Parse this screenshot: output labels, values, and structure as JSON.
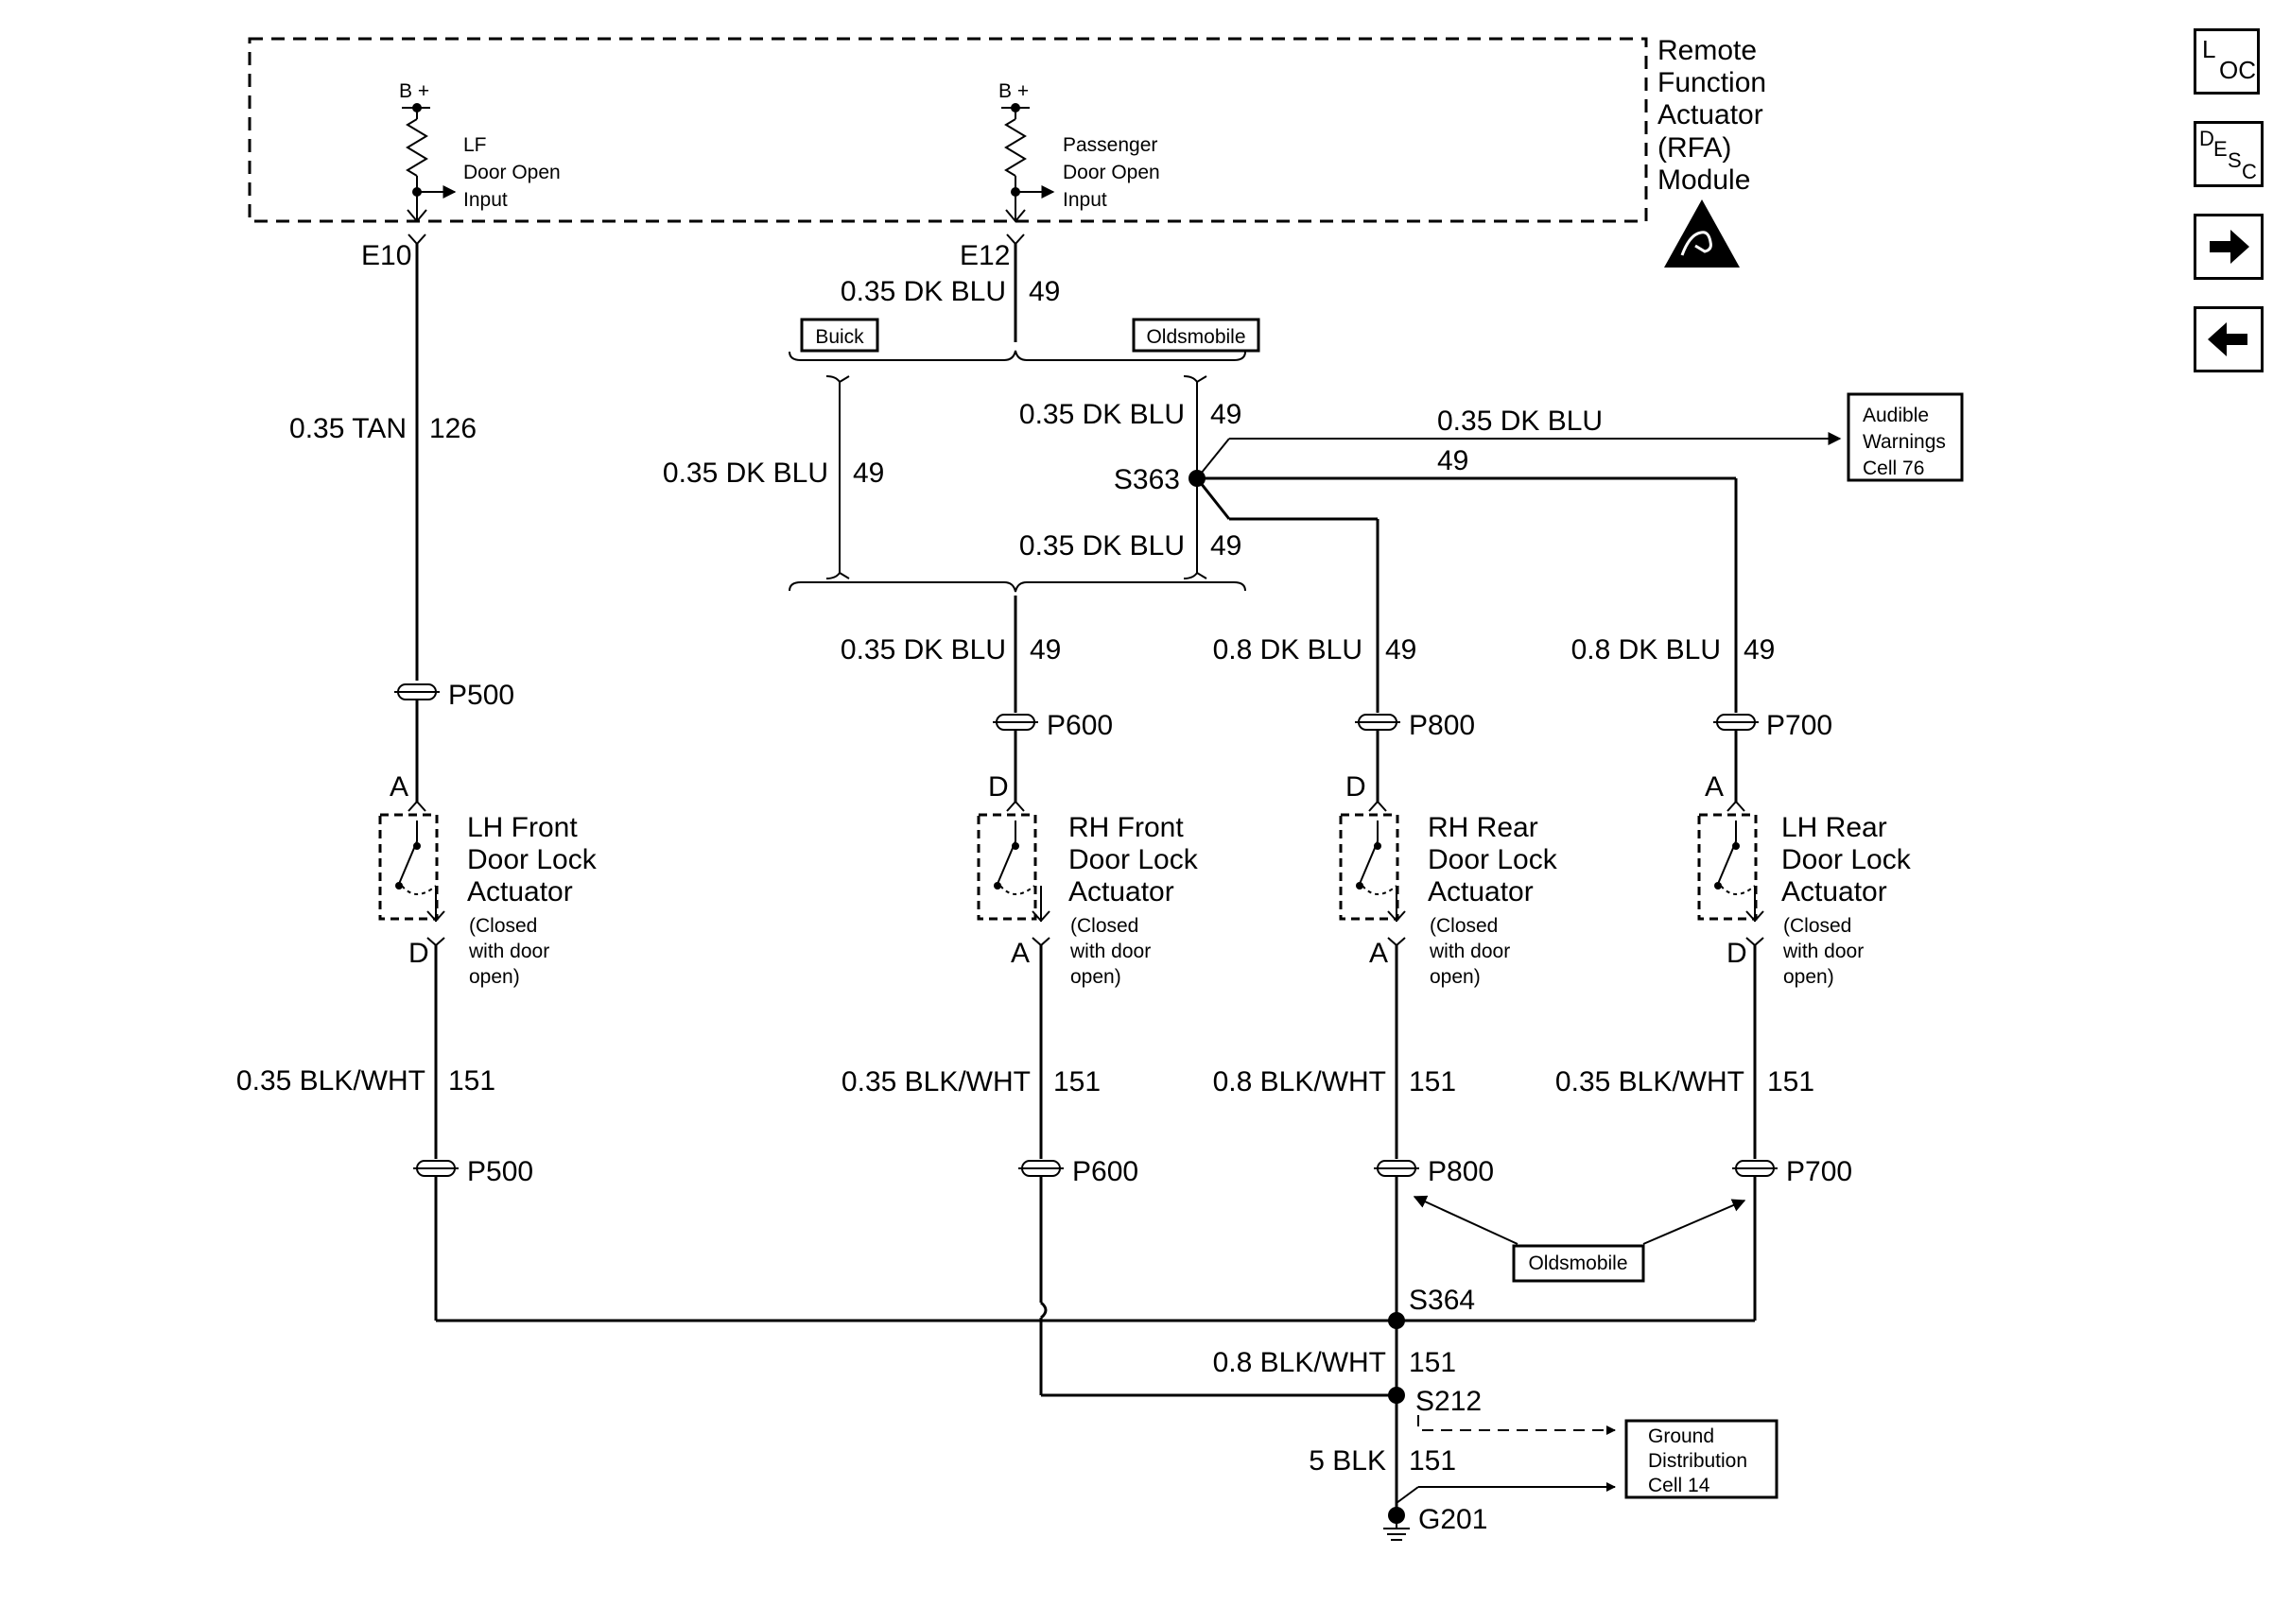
{
  "module": {
    "name_lines": [
      "Remote",
      "Function",
      "Actuator",
      "(RFA)",
      "Module"
    ],
    "lf_input": {
      "supply": "B +",
      "label_lines": [
        "LF",
        "Door Open",
        "Input"
      ],
      "pin": "E10"
    },
    "pass_input": {
      "supply": "B +",
      "label_lines": [
        "Passenger",
        "Door Open",
        "Input"
      ],
      "pin": "E12"
    }
  },
  "wires": {
    "lf_tan": {
      "gauge_color": "0.35 TAN",
      "circuit": "126"
    },
    "e12_out": {
      "gauge_color": "0.35 DK BLU",
      "circuit": "49"
    },
    "buick_span": {
      "gauge_color": "0.35 DK BLU",
      "circuit": "49"
    },
    "olds_upper": {
      "gauge_color": "0.35 DK BLU",
      "circuit": "49"
    },
    "olds_lower": {
      "gauge_color": "0.35 DK BLU",
      "circuit": "49"
    },
    "to_audible": {
      "gauge_color": "0.35 DK BLU",
      "circuit": "49"
    },
    "rhf_in": {
      "gauge_color": "0.35 DK BLU",
      "circuit": "49"
    },
    "rhr_in": {
      "gauge_color": "0.8 DK BLU",
      "circuit": "49"
    },
    "lhr_in": {
      "gauge_color": "0.8 DK BLU",
      "circuit": "49"
    },
    "lhf_gnd": {
      "gauge_color": "0.35 BLK/WHT",
      "circuit": "151"
    },
    "rhf_gnd": {
      "gauge_color": "0.35 BLK/WHT",
      "circuit": "151"
    },
    "rhr_gnd": {
      "gauge_color": "0.8 BLK/WHT",
      "circuit": "151"
    },
    "lhr_gnd": {
      "gauge_color": "0.35 BLK/WHT",
      "circuit": "151"
    },
    "s364_s212": {
      "gauge_color": "0.8 BLK/WHT",
      "circuit": "151"
    },
    "ground": {
      "gauge_color": "5 BLK",
      "circuit": "151"
    }
  },
  "options": {
    "buick": "Buick",
    "oldsmobile": "Oldsmobile",
    "oldsmobile_lower": "Oldsmobile"
  },
  "splices": {
    "s363": "S363",
    "s364": "S364",
    "s212": "S212",
    "ground": "G201"
  },
  "connectors": {
    "p500": "P500",
    "p600": "P600",
    "p800": "P800",
    "p700": "P700"
  },
  "actuators": [
    {
      "key": "lhf",
      "name_lines": [
        "LH Front",
        "Door Lock",
        "Actuator"
      ],
      "note_lines": [
        "(Closed",
        "with door",
        "open)"
      ],
      "pin_top": "A",
      "pin_bottom": "D"
    },
    {
      "key": "rhf",
      "name_lines": [
        "RH Front",
        "Door Lock",
        "Actuator"
      ],
      "note_lines": [
        "(Closed",
        "with door",
        "open)"
      ],
      "pin_top": "D",
      "pin_bottom": "A"
    },
    {
      "key": "rhr",
      "name_lines": [
        "RH Rear",
        "Door Lock",
        "Actuator"
      ],
      "note_lines": [
        "(Closed",
        "with door",
        "open)"
      ],
      "pin_top": "D",
      "pin_bottom": "A"
    },
    {
      "key": "lhr",
      "name_lines": [
        "LH Rear",
        "Door Lock",
        "Actuator"
      ],
      "note_lines": [
        "(Closed",
        "with door",
        "open)"
      ],
      "pin_top": "A",
      "pin_bottom": "D"
    }
  ],
  "references": {
    "audible": [
      "Audible",
      "Warnings",
      "Cell 76"
    ],
    "ground_dist": [
      "Ground",
      "Distribution",
      "Cell 14"
    ]
  },
  "nav": {
    "loc": {
      "main": "L",
      "sub": "OC"
    },
    "desc": {
      "main": "D",
      "mid": "E",
      "s": "S",
      "c": "C"
    },
    "next_icon": "arrow-right-icon",
    "prev_icon": "arrow-left-icon"
  }
}
